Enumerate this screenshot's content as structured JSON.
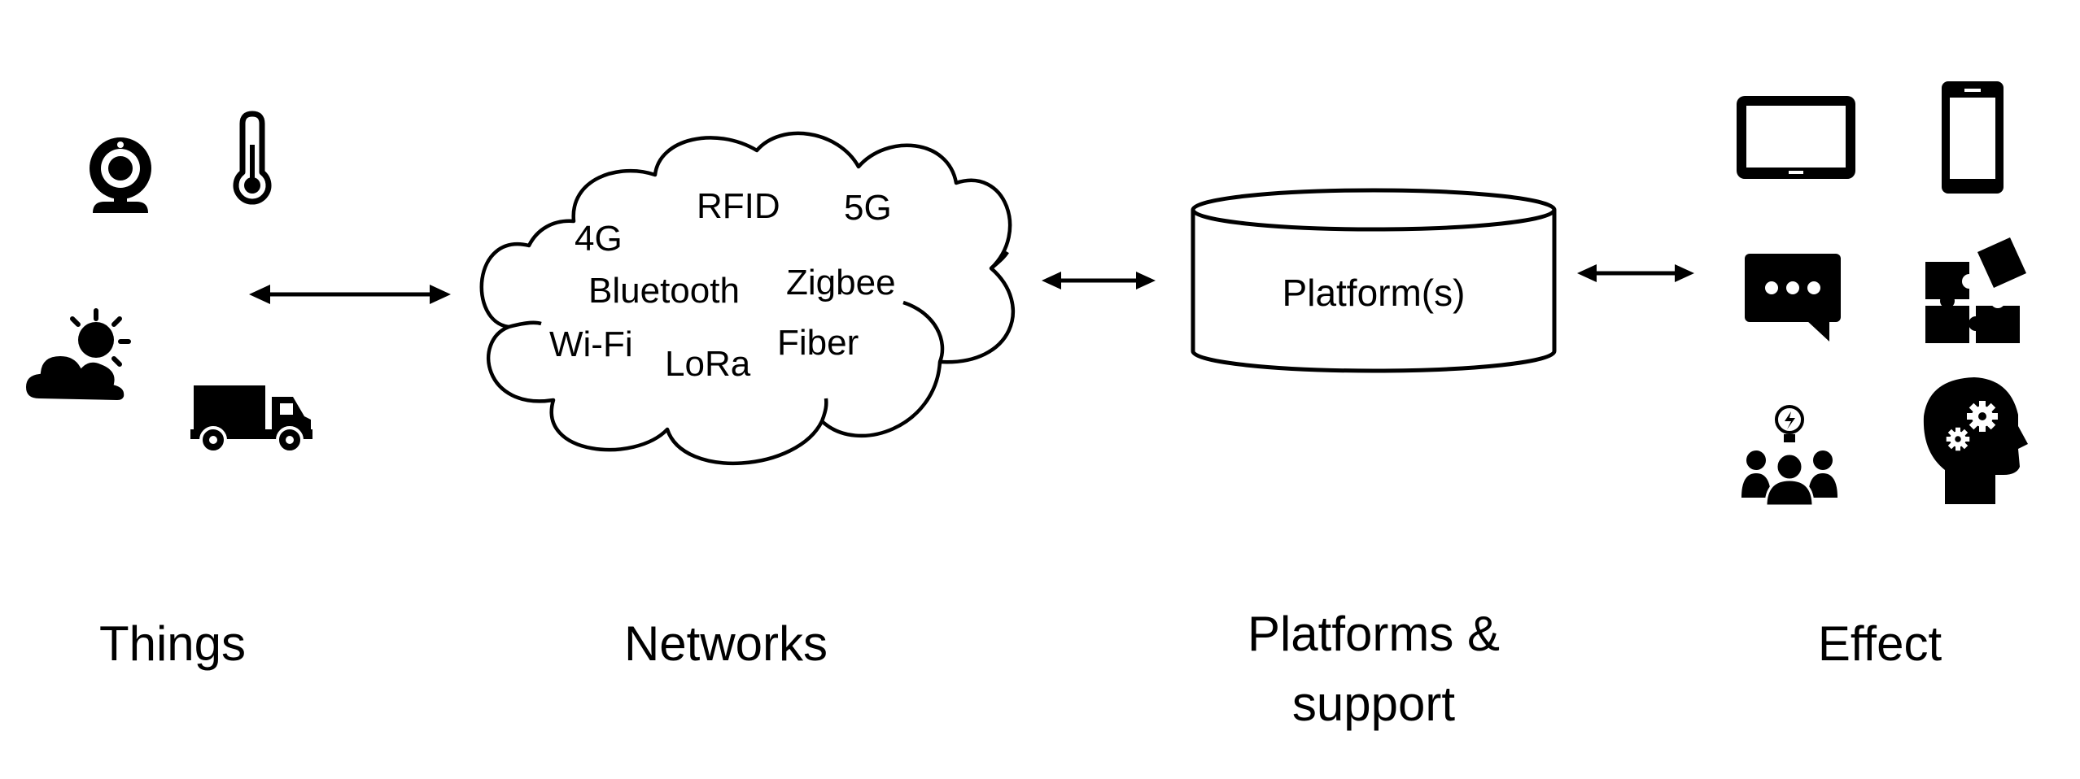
{
  "networks": {
    "technologies": [
      "RFID",
      "5G",
      "4G",
      "Bluetooth",
      "Zigbee",
      "Wi-Fi",
      "LoRa",
      "Fiber"
    ]
  },
  "platform": {
    "label": "Platform(s)"
  },
  "captions": {
    "things": "Things",
    "networks": "Networks",
    "platforms_line1": "Platforms &",
    "platforms_line2": "support",
    "effect": "Effect"
  },
  "icons": {
    "things": [
      "webcam-icon",
      "thermometer-icon",
      "weather-icon",
      "truck-icon"
    ],
    "effect": [
      "tablet-icon",
      "smartphone-icon",
      "chat-bubble-icon",
      "puzzle-icon",
      "team-idea-icon",
      "head-gears-icon"
    ]
  },
  "colors": {
    "ink": "#000000",
    "background": "#ffffff"
  }
}
